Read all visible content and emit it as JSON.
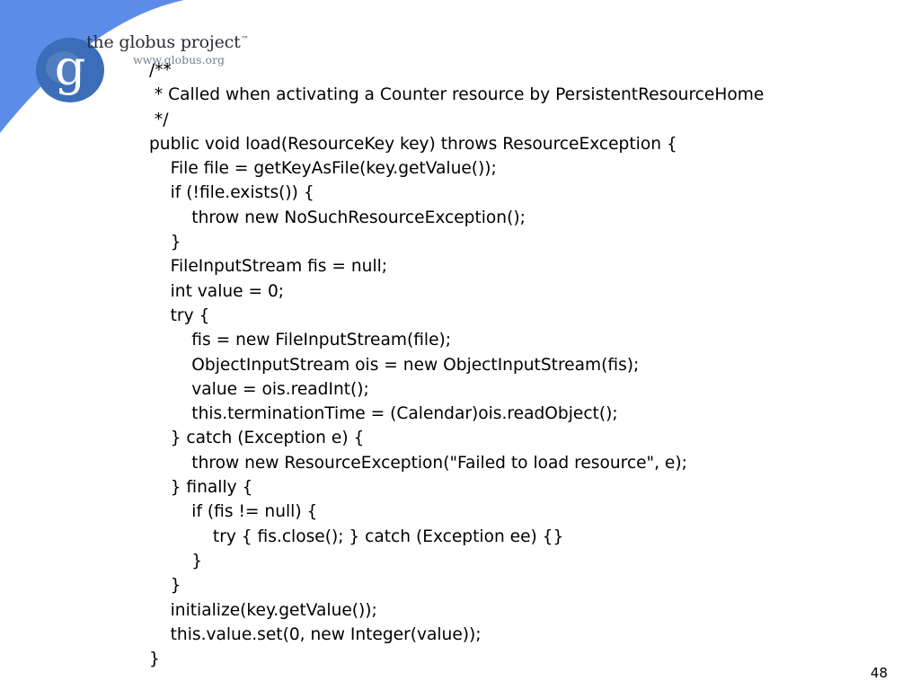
{
  "logo": {
    "letter": "g",
    "name": "the globus project",
    "trademark": "™",
    "url": "www.globus.org"
  },
  "code_lines": [
    "/**",
    " * Called when activating a Counter resource by PersistentResourceHome",
    " */",
    "public void load(ResourceKey key) throws ResourceException {",
    "    File file = getKeyAsFile(key.getValue());",
    "    if (!file.exists()) {",
    "        throw new NoSuchResourceException();",
    "    }",
    "    FileInputStream fis = null;",
    "    int value = 0;",
    "    try {",
    "        fis = new FileInputStream(file);",
    "        ObjectInputStream ois = new ObjectInputStream(fis);",
    "        value = ois.readInt();",
    "        this.terminationTime = (Calendar)ois.readObject();",
    "    } catch (Exception e) {",
    "        throw new ResourceException(\"Failed to load resource\", e);",
    "    } finally {",
    "        if (fis != null) {",
    "            try { fis.close(); } catch (Exception ee) {}",
    "        }",
    "    }",
    "    initialize(key.getValue());",
    "    this.value.set(0, new Integer(value));",
    "}"
  ],
  "page_number": "48",
  "colors": {
    "swoosh": "#5b8ce8",
    "logo_circle": "#3b6db8",
    "text": "#000000"
  }
}
